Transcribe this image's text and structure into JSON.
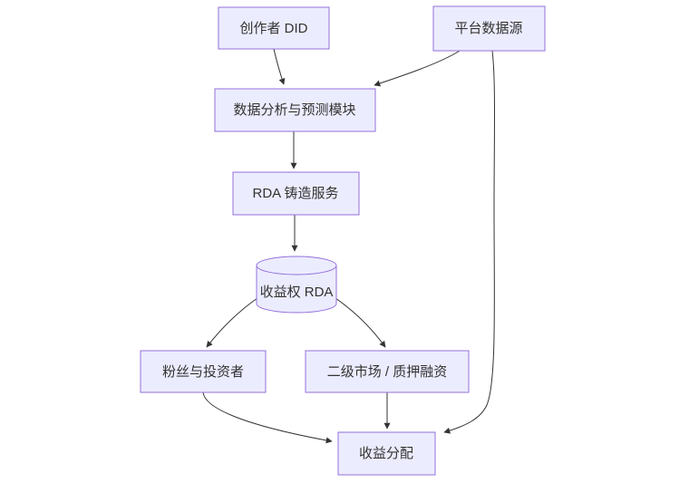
{
  "diagram": {
    "type": "flowchart",
    "direction": "top-down",
    "colors": {
      "node_fill": "#ECECFF",
      "node_border": "#9370DB",
      "edge": "#333333",
      "text": "#333333",
      "background": "#ffffff"
    },
    "nodes": {
      "creator_did": {
        "label": "创作者 DID",
        "shape": "rect"
      },
      "platform_source": {
        "label": "平台数据源",
        "shape": "rect"
      },
      "analysis_module": {
        "label": "数据分析与预测模块",
        "shape": "rect"
      },
      "rda_minting": {
        "label": "RDA 铸造服务",
        "shape": "rect"
      },
      "rda_store": {
        "label": "收益权 RDA",
        "shape": "cylinder"
      },
      "fans_investors": {
        "label": "粉丝与投资者",
        "shape": "rect"
      },
      "secondary_market": {
        "label": "二级市场 / 质押融资",
        "shape": "rect"
      },
      "revenue_distribution": {
        "label": "收益分配",
        "shape": "rect"
      }
    },
    "edges": [
      {
        "from": "创作者 DID",
        "to": "数据分析与预测模块"
      },
      {
        "from": "平台数据源",
        "to": "数据分析与预测模块"
      },
      {
        "from": "平台数据源",
        "to": "收益分配"
      },
      {
        "from": "数据分析与预测模块",
        "to": "RDA 铸造服务"
      },
      {
        "from": "RDA 铸造服务",
        "to": "收益权 RDA"
      },
      {
        "from": "收益权 RDA",
        "to": "粉丝与投资者"
      },
      {
        "from": "收益权 RDA",
        "to": "二级市场 / 质押融资"
      },
      {
        "from": "粉丝与投资者",
        "to": "收益分配"
      },
      {
        "from": "二级市场 / 质押融资",
        "to": "收益分配"
      }
    ]
  }
}
